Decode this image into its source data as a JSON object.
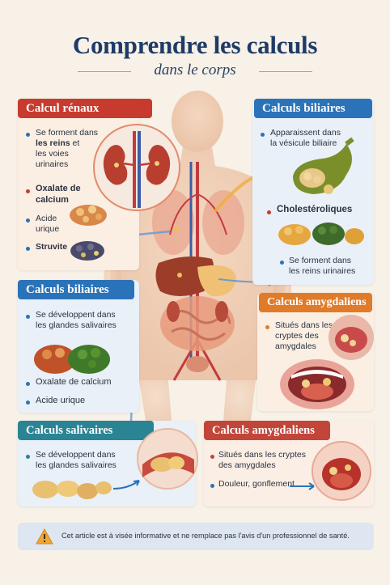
{
  "header": {
    "title": "Comprendre les calculs",
    "subtitle": "dans le corps"
  },
  "cards": {
    "renal": {
      "title": "Calcul rénaux",
      "desc_line1": "Se forment dans",
      "desc_line2_bold": "les reins",
      "desc_line2_rest": " et",
      "desc_line3": "les voies",
      "desc_line4": "urinaires",
      "items": [
        "Oxalate de",
        "calcium",
        "Acide",
        "urique",
        "Struvite"
      ]
    },
    "biliary_top": {
      "title": "Calculs biliaires",
      "desc_line1": "Apparaissent dans",
      "desc_line2": "la vésicule biliaire",
      "item": "Cholestéroliques",
      "note_line1": "Se forment dans",
      "note_line2": "les reins urinaires"
    },
    "biliary_left": {
      "title": "Calculs biliaires",
      "desc_line1": "Se développent dans",
      "desc_line2": "les glandes salivaires",
      "items": [
        "Oxalate de calcium",
        "Acide urique"
      ]
    },
    "tonsil_right": {
      "title": "Calculs amygdaliens",
      "desc_line1": "Situés dans les",
      "desc_line2": "cryptes des",
      "desc_line3": "amygdales"
    },
    "salivary": {
      "title": "Calculs salivaires",
      "desc_line1": "Se développent dans",
      "desc_line2": "les glandes salivaires"
    },
    "tonsil_bottom": {
      "title": "Calculs amygdaliens",
      "desc_line1": "Situés dans les cryptes",
      "desc_line2": "des amygdales",
      "item": "Douleur, gonflement"
    }
  },
  "footer": {
    "disclaimer": "Cet article est à visée informative et ne remplace pas l'avis d'un professionnel de santé.",
    "icon": "warning-icon"
  },
  "colors": {
    "title": "#1f3b66",
    "red": "#c63b2e",
    "blue": "#2b73b8",
    "orange": "#e07b2a",
    "teal": "#2a8494"
  }
}
